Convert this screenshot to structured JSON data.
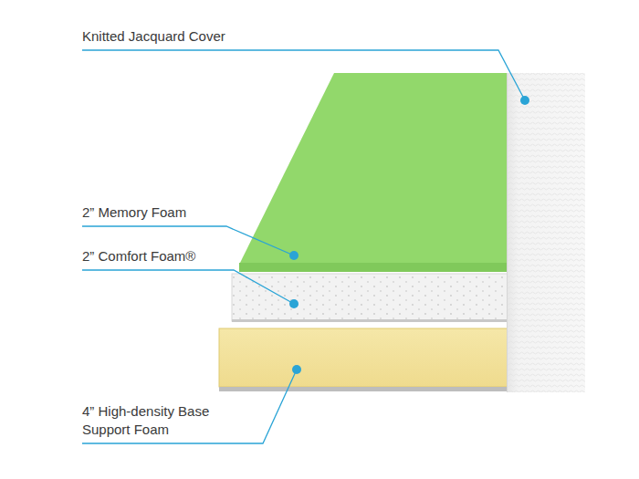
{
  "diagram": {
    "labels": [
      "Knitted Jacquard Cover",
      "2” Memory Foam",
      "2” Comfort Foam®",
      "4” High-density Base Support Foam"
    ]
  }
}
